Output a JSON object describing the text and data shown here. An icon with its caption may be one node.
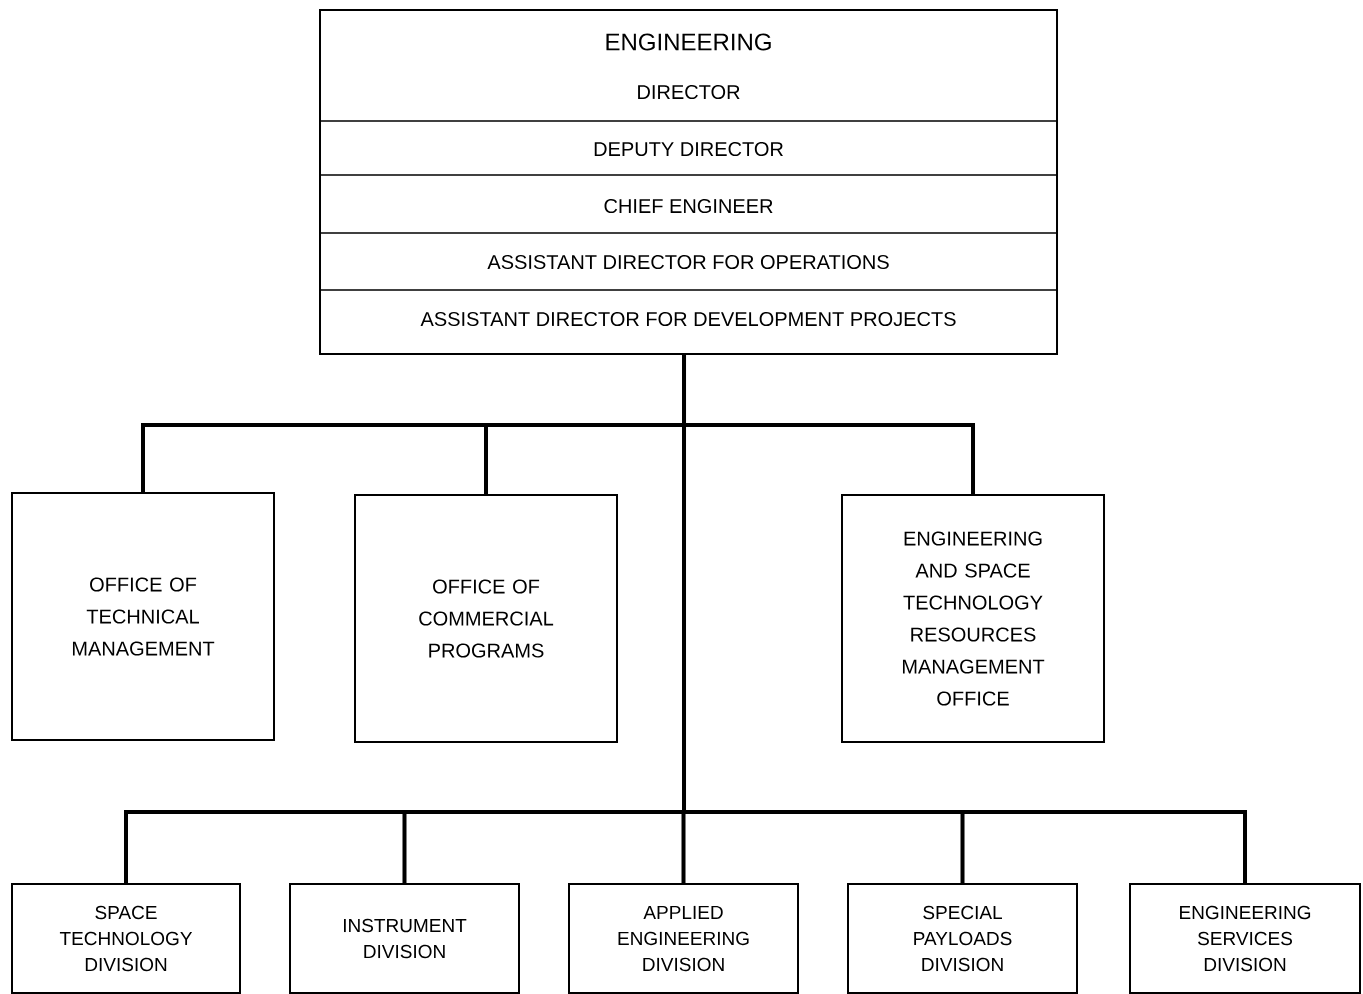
{
  "diagram": {
    "nodes": [
      {
        "text": [
          "ENGINEERING",
          "DIRECTOR",
          "DEPUTY DIRECTOR",
          "CHIEF ENGINEER",
          "ASSISTANT DIRECTOR FOR OPERATIONS",
          "ASSISTANT DIRECTOR FOR DEVELOPMENT PROJECTS"
        ]
      },
      {
        "text": [
          "OFFICE OF TECHNICAL MANAGEMENT"
        ]
      },
      {
        "text": [
          "OFFICE OF COMMERCIAL PROGRAMS"
        ]
      },
      {
        "text": [
          "ENGINEERING AND SPACE TECHNOLOGY RESOURCES MANAGEMENT OFFICE"
        ]
      },
      {
        "text": [
          "SPACE TECHNOLOGY DIVISION"
        ]
      },
      {
        "text": [
          "INSTRUMENT DIVISION"
        ]
      },
      {
        "text": [
          "APPLIED ENGINEERING DIVISION"
        ]
      },
      {
        "text": [
          "SPECIAL PAYLOADS DIVISION"
        ]
      },
      {
        "text": [
          "ENGINEERING SERVICES DIVISION"
        ]
      }
    ],
    "edges": [
      {
        "from": 0,
        "to": 1,
        "arrow": "none"
      },
      {
        "from": 0,
        "to": 2,
        "arrow": "none"
      },
      {
        "from": 0,
        "to": 3,
        "arrow": "none"
      },
      {
        "from": 0,
        "to": 4,
        "arrow": "none"
      },
      {
        "from": 0,
        "to": 5,
        "arrow": "none"
      },
      {
        "from": 0,
        "to": 6,
        "arrow": "none"
      },
      {
        "from": 0,
        "to": 7,
        "arrow": "none"
      },
      {
        "from": 0,
        "to": 8,
        "arrow": "none"
      }
    ]
  }
}
